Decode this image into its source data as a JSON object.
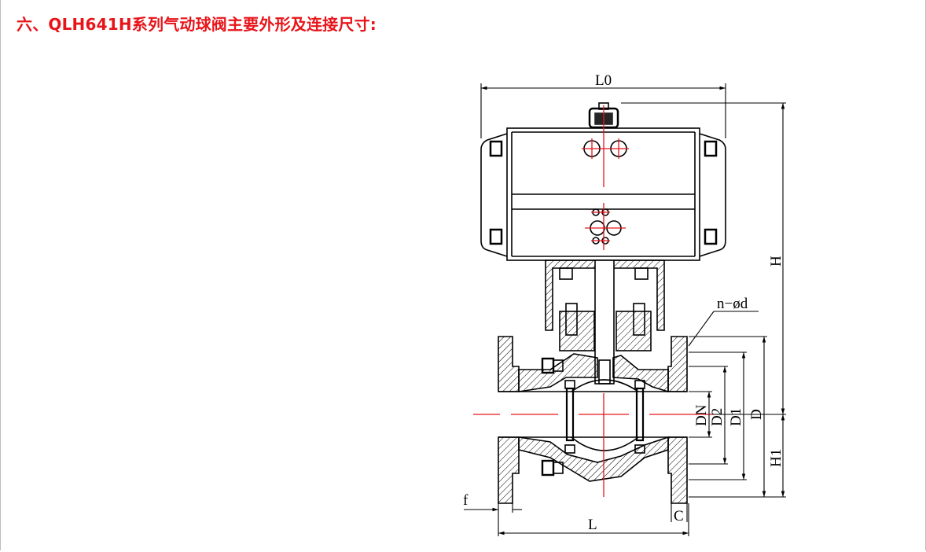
{
  "heading": "六、QLH641H系列气动球阀主要外形及连接尺寸:",
  "colors": {
    "heading": "#e8141a",
    "line": "#000000",
    "centerline": "#e8141a"
  },
  "dimension_labels": {
    "L0": "L0",
    "H": "H",
    "n_phi_d": "n−ød",
    "DN": "DN",
    "D2": "D2",
    "D1": "D1",
    "D": "D",
    "H1": "H1",
    "f": "f",
    "L": "L",
    "C": "C"
  }
}
